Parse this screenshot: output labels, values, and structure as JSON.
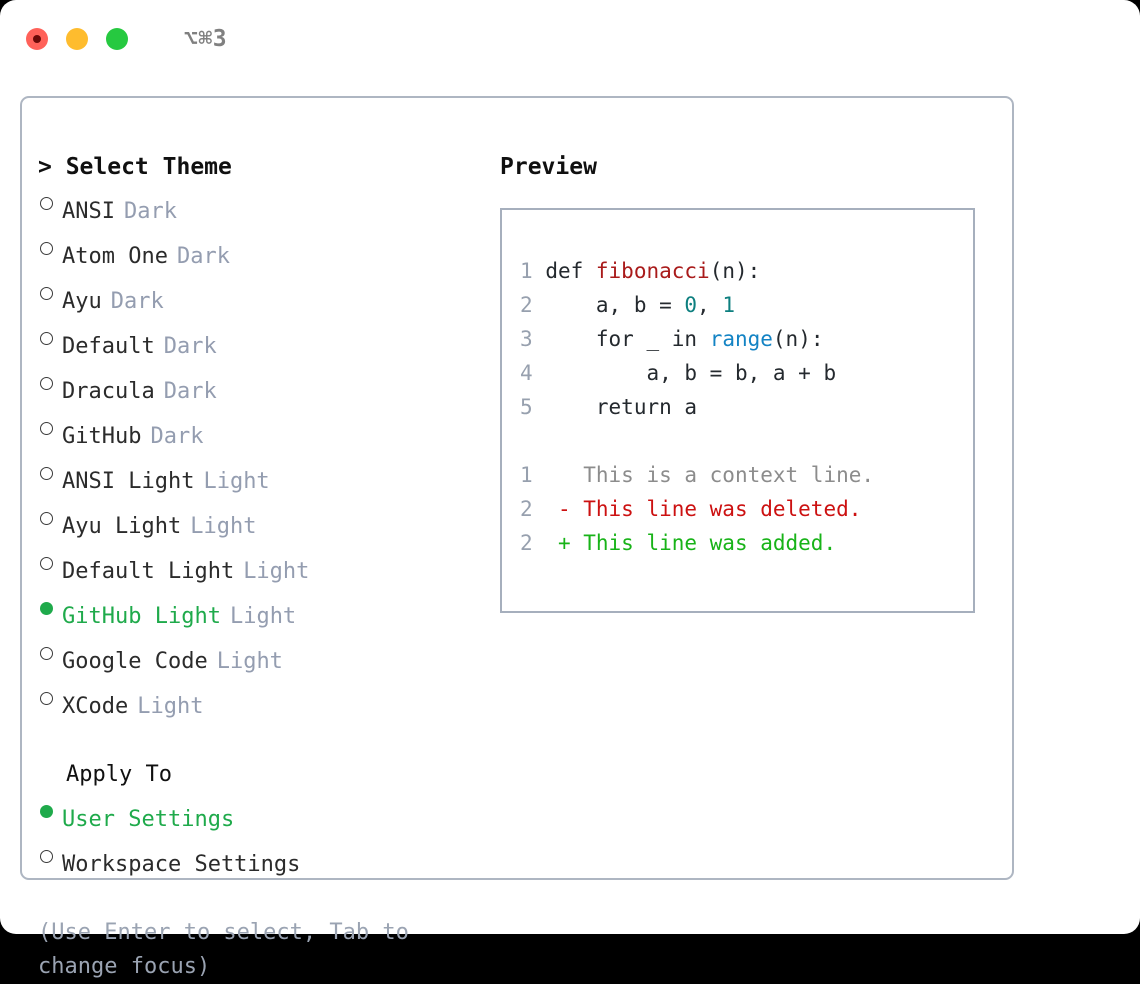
{
  "titlebar": {
    "shortcut": "⌥⌘3",
    "buttons": [
      {
        "name": "close",
        "color": "#ff6159"
      },
      {
        "name": "minimize",
        "color": "#febc2e"
      },
      {
        "name": "maximize",
        "color": "#26c940"
      }
    ]
  },
  "theme_panel": {
    "header": "> Select Theme",
    "options": [
      {
        "name": "ANSI",
        "variant": "Dark",
        "selected": false
      },
      {
        "name": "Atom One",
        "variant": "Dark",
        "selected": false
      },
      {
        "name": "Ayu",
        "variant": "Dark",
        "selected": false
      },
      {
        "name": "Default",
        "variant": "Dark",
        "selected": false
      },
      {
        "name": "Dracula",
        "variant": "Dark",
        "selected": false
      },
      {
        "name": "GitHub",
        "variant": "Dark",
        "selected": false
      },
      {
        "name": "ANSI Light",
        "variant": "Light",
        "selected": false
      },
      {
        "name": "Ayu Light",
        "variant": "Light",
        "selected": false
      },
      {
        "name": "Default Light",
        "variant": "Light",
        "selected": false
      },
      {
        "name": "GitHub Light",
        "variant": "Light",
        "selected": true
      },
      {
        "name": "Google Code",
        "variant": "Light",
        "selected": false
      },
      {
        "name": "XCode",
        "variant": "Light",
        "selected": false
      }
    ]
  },
  "apply_to": {
    "label": "Apply To",
    "options": [
      {
        "name": "User Settings",
        "selected": true
      },
      {
        "name": "Workspace Settings",
        "selected": false
      }
    ]
  },
  "hint": "(Use Enter to select, Tab to change focus)",
  "preview": {
    "title": "Preview",
    "code_lines": [
      {
        "ln": "1",
        "tokens": [
          {
            "t": "def ",
            "c": "tok-def"
          },
          {
            "t": "fibonacci",
            "c": "tok-fn"
          },
          {
            "t": "(n):",
            "c": "tok-plain"
          }
        ]
      },
      {
        "ln": "2",
        "tokens": [
          {
            "t": "    a, b = ",
            "c": "tok-plain"
          },
          {
            "t": "0",
            "c": "tok-num"
          },
          {
            "t": ", ",
            "c": "tok-plain"
          },
          {
            "t": "1",
            "c": "tok-num"
          }
        ]
      },
      {
        "ln": "3",
        "tokens": [
          {
            "t": "    for _ in ",
            "c": "tok-plain"
          },
          {
            "t": "range",
            "c": "tok-builtin"
          },
          {
            "t": "(n):",
            "c": "tok-plain"
          }
        ]
      },
      {
        "ln": "4",
        "tokens": [
          {
            "t": "        a, b = b, a + b",
            "c": "tok-plain"
          }
        ]
      },
      {
        "ln": "5",
        "tokens": [
          {
            "t": "    return a",
            "c": "tok-plain"
          }
        ]
      }
    ],
    "diff_lines": [
      {
        "ln": "1",
        "marker": " ",
        "text": "This is a context line.",
        "kind": "diff-ctx"
      },
      {
        "ln": "2",
        "marker": "-",
        "text": "This line was deleted.",
        "kind": "diff-del"
      },
      {
        "ln": "2",
        "marker": "+",
        "text": "This line was added.",
        "kind": "diff-add"
      }
    ]
  },
  "colors": {
    "accent_green": "#1faa4b",
    "muted": "#949db0",
    "hint": "#9aa3b2",
    "border": "#aeb6c2",
    "panel_border": "#a6afbd",
    "diff_add": "#18b318",
    "diff_del": "#cc1111",
    "diff_ctx": "#8c8c8c",
    "fn_name": "#a91b1b",
    "number": "#0d7f7f",
    "builtin": "#1383c4"
  }
}
